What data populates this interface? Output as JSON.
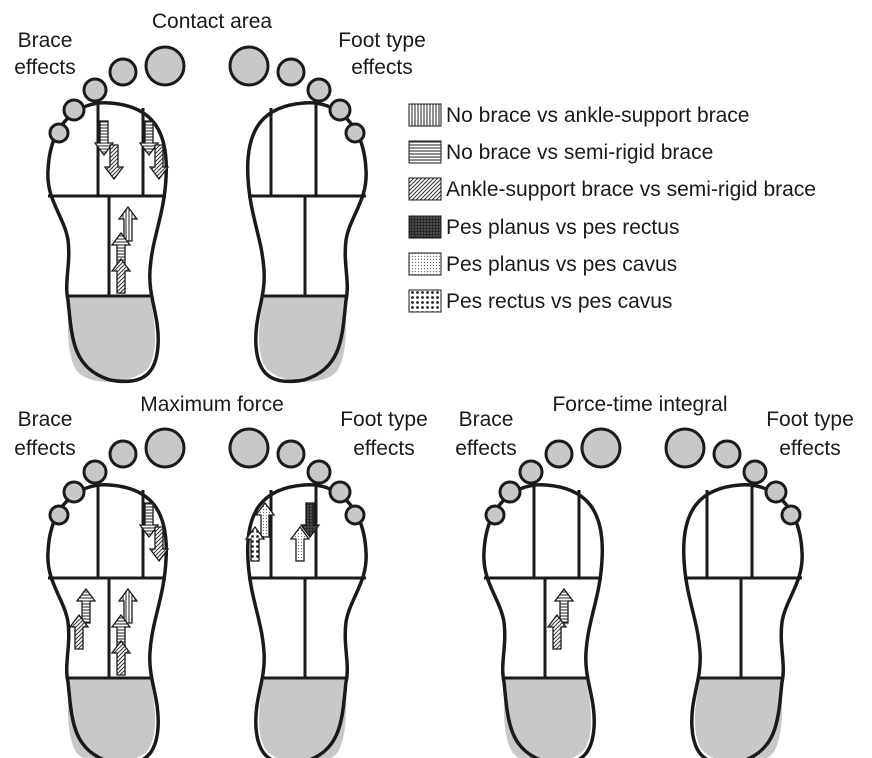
{
  "colors": {
    "outline": "#1a1a1a",
    "fill_gray": "#c8c8c8",
    "background": "#ffffff"
  },
  "legend": [
    {
      "label": "No brace vs ankle-support brace",
      "pattern": "vertical-lines"
    },
    {
      "label": "No brace vs semi-rigid brace",
      "pattern": "horizontal-lines"
    },
    {
      "label": "Ankle-support brace vs semi-rigid brace",
      "pattern": "diagonal-lines"
    },
    {
      "label": "Pes planus vs pes rectus",
      "pattern": "dark-grid"
    },
    {
      "label": "Pes planus vs pes cavus",
      "pattern": "fine-dots"
    },
    {
      "label": "Pes rectus vs pes cavus",
      "pattern": "large-dots"
    }
  ],
  "panels": [
    {
      "title": "Contact area",
      "left_label": [
        "Brace",
        "effects"
      ],
      "right_label": [
        "Foot type",
        "effects"
      ],
      "left_arrows": [
        {
          "region": "forefoot-medial",
          "pattern": "horizontal-lines",
          "direction": "down"
        },
        {
          "region": "forefoot-medial",
          "pattern": "diagonal-lines",
          "direction": "down"
        },
        {
          "region": "forefoot-lateral",
          "pattern": "horizontal-lines",
          "direction": "down"
        },
        {
          "region": "forefoot-lateral",
          "pattern": "diagonal-lines",
          "direction": "down"
        },
        {
          "region": "midfoot-lateral",
          "pattern": "vertical-lines",
          "direction": "up"
        },
        {
          "region": "midfoot-lateral",
          "pattern": "horizontal-lines",
          "direction": "up"
        },
        {
          "region": "midfoot-lateral",
          "pattern": "diagonal-lines",
          "direction": "up"
        }
      ],
      "right_arrows": []
    },
    {
      "title": "Maximum force",
      "left_label": [
        "Brace",
        "effects"
      ],
      "right_label": [
        "Foot type",
        "effects"
      ],
      "left_arrows": [
        {
          "region": "forefoot-lateral",
          "pattern": "horizontal-lines",
          "direction": "down"
        },
        {
          "region": "forefoot-lateral",
          "pattern": "diagonal-lines",
          "direction": "down"
        },
        {
          "region": "midfoot-medial",
          "pattern": "horizontal-lines",
          "direction": "up"
        },
        {
          "region": "midfoot-medial",
          "pattern": "diagonal-lines",
          "direction": "up"
        },
        {
          "region": "midfoot-lateral",
          "pattern": "vertical-lines",
          "direction": "up"
        },
        {
          "region": "midfoot-lateral",
          "pattern": "horizontal-lines",
          "direction": "up"
        },
        {
          "region": "midfoot-lateral",
          "pattern": "diagonal-lines",
          "direction": "up"
        }
      ],
      "right_arrows": [
        {
          "region": "forefoot-lateral",
          "pattern": "fine-dots",
          "direction": "up"
        },
        {
          "region": "forefoot-lateral",
          "pattern": "large-dots",
          "direction": "up"
        },
        {
          "region": "forefoot-medial",
          "pattern": "dark-grid",
          "direction": "down"
        },
        {
          "region": "forefoot-medial",
          "pattern": "fine-dots",
          "direction": "up"
        }
      ]
    },
    {
      "title": "Force-time integral",
      "left_label": [
        "Brace",
        "effects"
      ],
      "right_label": [
        "Foot type",
        "effects"
      ],
      "left_arrows": [
        {
          "region": "midfoot-lateral",
          "pattern": "horizontal-lines",
          "direction": "up"
        },
        {
          "region": "midfoot-lateral",
          "pattern": "diagonal-lines",
          "direction": "up"
        }
      ],
      "right_arrows": []
    }
  ]
}
